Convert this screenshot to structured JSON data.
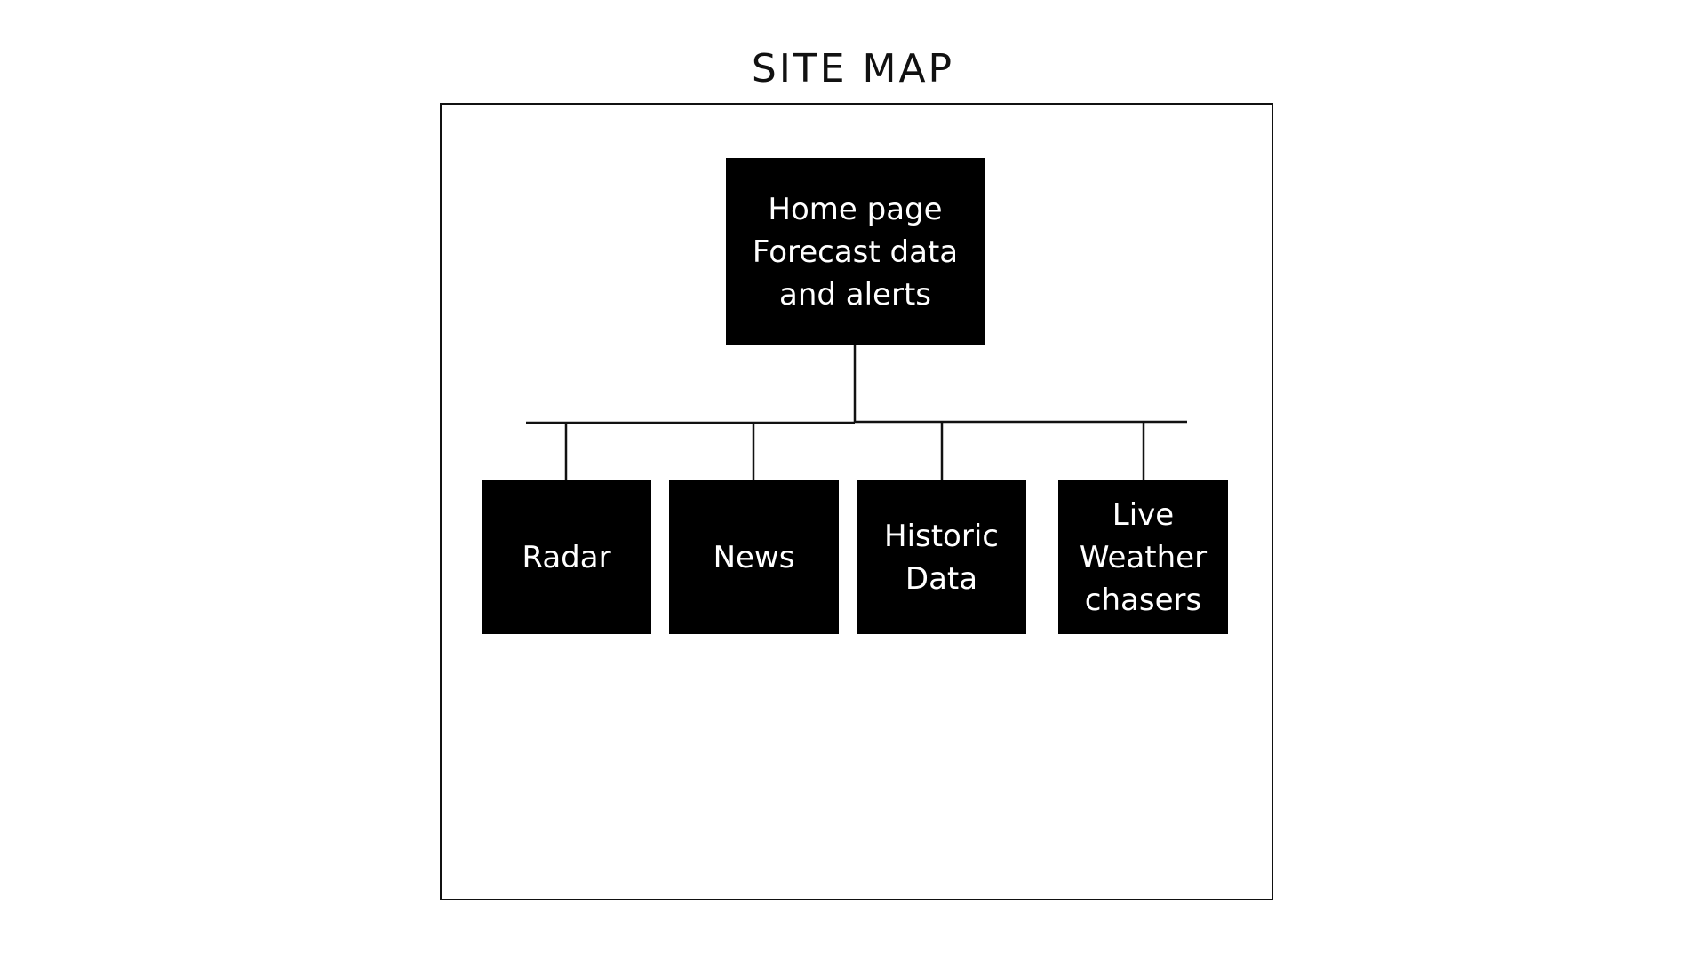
{
  "title": "SITE MAP",
  "colors": {
    "node_fill": "#000000",
    "node_text": "#ffffff",
    "line": "#111111",
    "background": "#ffffff"
  },
  "root": {
    "lines": [
      "Home page",
      "Forecast data",
      "and alerts"
    ]
  },
  "children": [
    {
      "lines": [
        "Radar"
      ]
    },
    {
      "lines": [
        "News"
      ]
    },
    {
      "lines": [
        "Historic",
        "Data"
      ]
    },
    {
      "lines": [
        "Live",
        "Weather",
        "chasers"
      ]
    }
  ]
}
